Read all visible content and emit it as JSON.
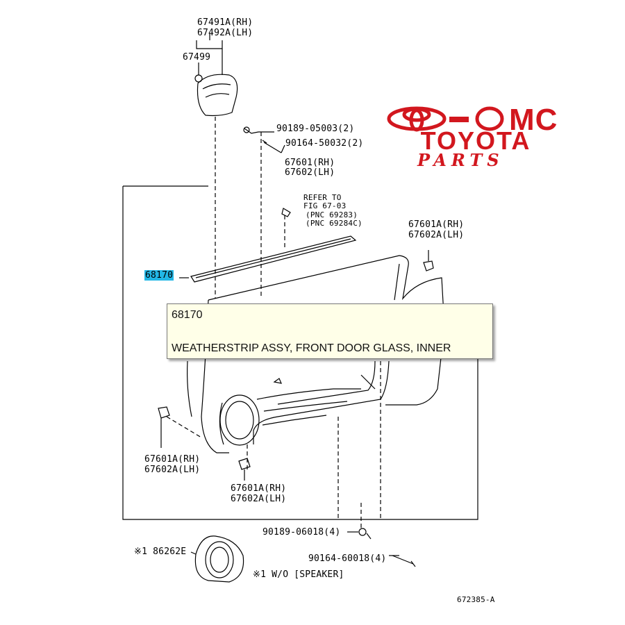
{
  "labels": {
    "l67491": "67491A(RH)",
    "l67492": "67492A(LH)",
    "l67499": "67499",
    "l90189a": "90189-05003(2)",
    "l90164a": "90164-50032(2)",
    "l67601": "67601(RH)",
    "l67602": "67602(LH)",
    "refer1": "REFER TO",
    "refer2": "FIG 67-03",
    "refer3": "(PNC 69283)",
    "refer4": "(PNC 69284C)",
    "r67601a": "67601A(RH)",
    "r67602a": "67602A(LH)",
    "part68170": "68170",
    "ll67601a": "67601A(RH)",
    "ll67602a": "67602A(LH)",
    "bl67601a": "67601A(RH)",
    "bl67602a": "67602A(LH)",
    "l90189b": "90189-06018(4)",
    "l86262": "※1 86262E",
    "l90164b": "90164-60018(4)",
    "note": "※1 W/O [SPEAKER]",
    "figcode": "672385-A"
  },
  "logo": {
    "mc": "MC",
    "brand": "TOYOTA",
    "sub": "PARTS",
    "color": "#d2171e"
  },
  "tooltip": {
    "code": "68170",
    "description": "WEATHERSTRIP ASSY, FRONT DOOR GLASS, INNER"
  },
  "colors": {
    "highlight": "#22b7e6",
    "tooltip_bg": "#ffffe8"
  }
}
